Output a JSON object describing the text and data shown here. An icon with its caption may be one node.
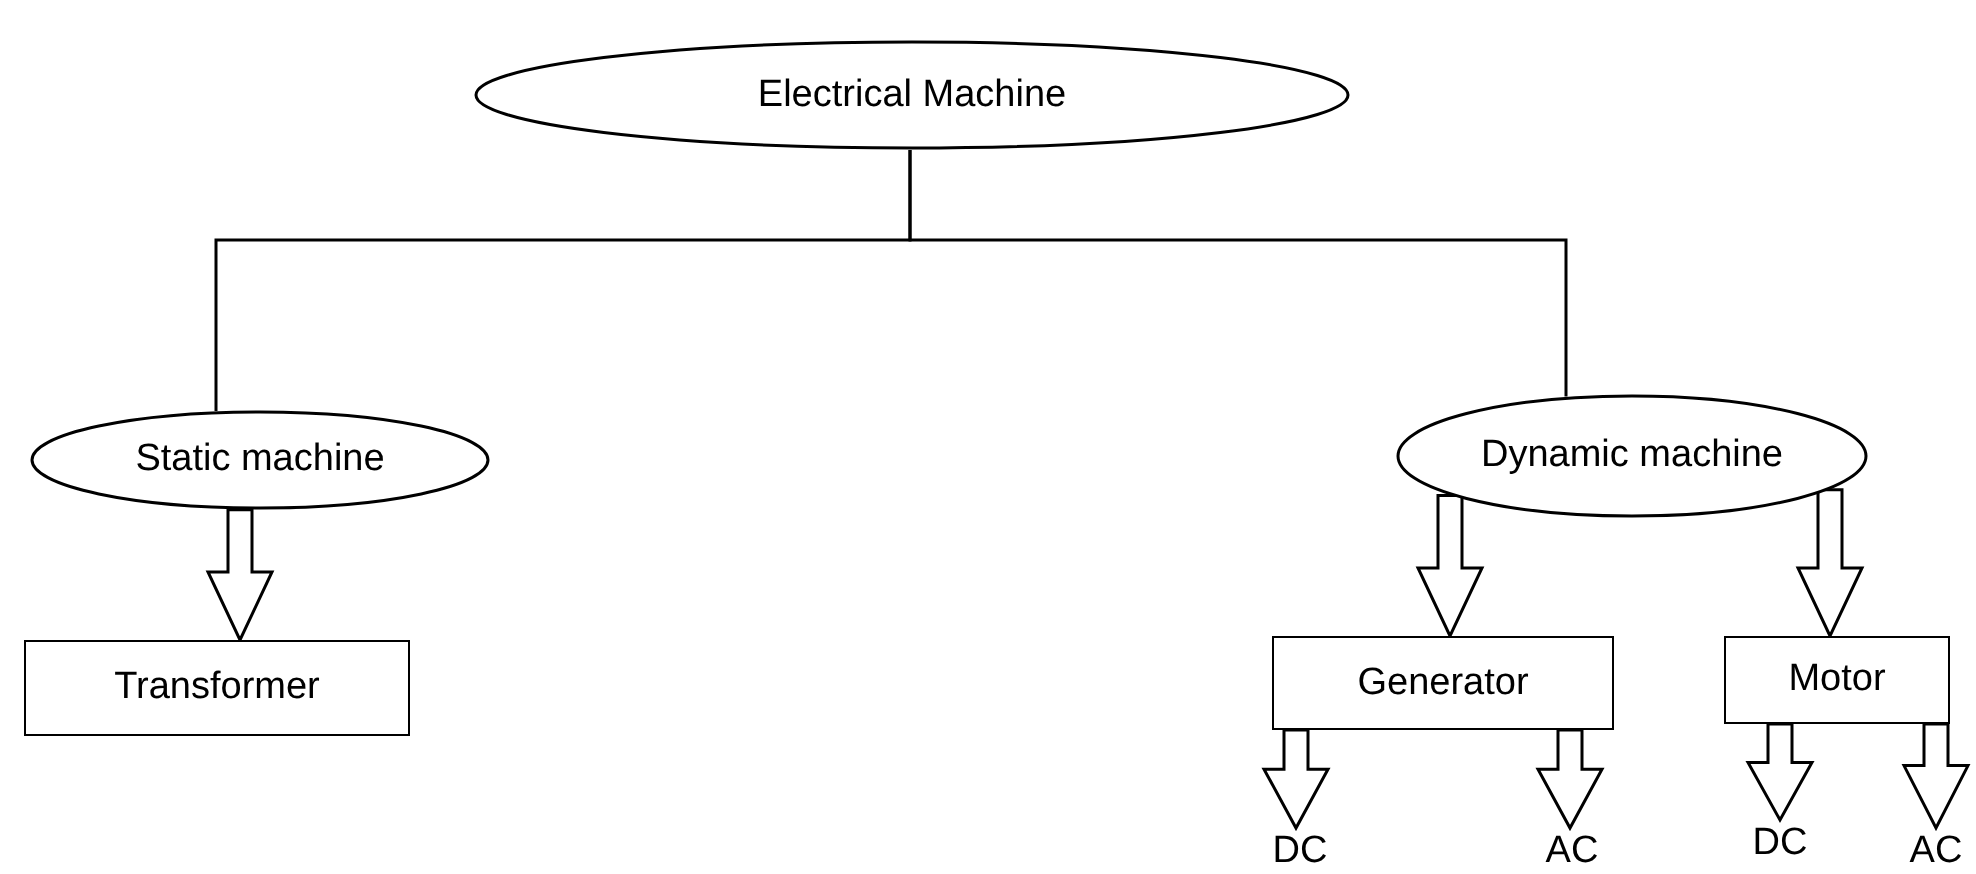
{
  "diagram": {
    "nodes": [
      {
        "text": [
          "Electrical Machine"
        ]
      },
      {
        "text": [
          "Static machine"
        ]
      },
      {
        "text": [
          "Dynamic machine"
        ]
      },
      {
        "text": [
          "Transformer"
        ]
      },
      {
        "text": [
          "Generator"
        ]
      },
      {
        "text": [
          "Motor"
        ]
      },
      {
        "text": [
          "DC"
        ]
      },
      {
        "text": [
          "AC"
        ]
      },
      {
        "text": [
          "DC"
        ]
      },
      {
        "text": [
          "AC"
        ]
      }
    ],
    "edges": [
      {
        "from": 0,
        "to": 1,
        "arrow": "none"
      },
      {
        "from": 0,
        "to": 2,
        "arrow": "none"
      },
      {
        "from": 1,
        "to": 3,
        "arrow": "to"
      },
      {
        "from": 2,
        "to": 4,
        "arrow": "to"
      },
      {
        "from": 2,
        "to": 5,
        "arrow": "to"
      },
      {
        "from": 4,
        "to": 6,
        "arrow": "to"
      },
      {
        "from": 4,
        "to": 7,
        "arrow": "to"
      },
      {
        "from": 5,
        "to": 8,
        "arrow": "to"
      },
      {
        "from": 5,
        "to": 9,
        "arrow": "to"
      }
    ]
  }
}
